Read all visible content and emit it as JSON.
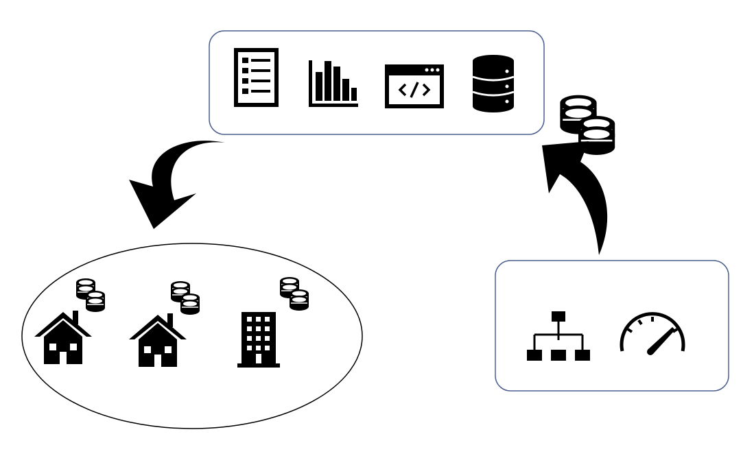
{
  "diagram": {
    "colors": {
      "box_border": "#4a5f8f",
      "ellipse_border": "#000000",
      "icon_fill": "#000000",
      "background": "#ffffff"
    },
    "top_box": {
      "icons": [
        "checklist-icon",
        "bar-chart-icon",
        "code-window-icon",
        "database-icon"
      ]
    },
    "right_box": {
      "icons": [
        "hierarchy-icon",
        "speedometer-icon"
      ]
    },
    "ellipse": {
      "icons": [
        "house-icon",
        "house-icon",
        "office-building-icon"
      ],
      "coin_stacks": 3
    },
    "arrows": [
      "arrow-top-to-ellipse",
      "arrow-right-box-to-top"
    ]
  }
}
